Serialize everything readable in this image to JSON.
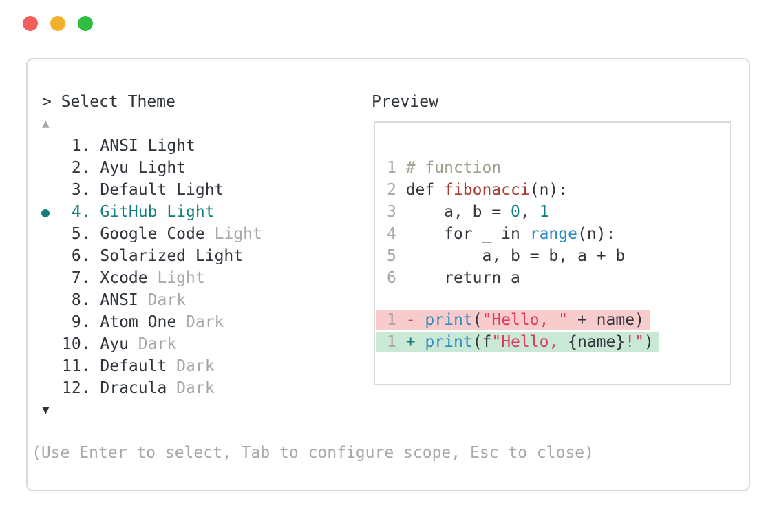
{
  "window_controls": {
    "close_color": "#F15F5B",
    "minimize_color": "#F1B12E",
    "zoom_color": "#2FBD41"
  },
  "colors": {
    "ink": "#2F353B",
    "dim": "#A8A8A8",
    "teal": "#157E7C",
    "comment": "#9AA18C",
    "func": "#A93B33",
    "numlit": "#0E7D84",
    "builtin": "#2E8BC0",
    "str": "#DD3B5E",
    "removed-bg": "#F8CBCD",
    "added-bg": "#C9E8D5",
    "border": "#DADADA"
  },
  "theme_picker": {
    "prompt": "> Select Theme",
    "scroll_up": "▲",
    "scroll_down": "▼",
    "selected_bullet": "●",
    "items": [
      {
        "number": 1,
        "name": "ANSI",
        "suffix": "Light",
        "suffix_dimmed": false,
        "selected": false
      },
      {
        "number": 2,
        "name": "Ayu",
        "suffix": "Light",
        "suffix_dimmed": false,
        "selected": false
      },
      {
        "number": 3,
        "name": "Default",
        "suffix": "Light",
        "suffix_dimmed": false,
        "selected": false
      },
      {
        "number": 4,
        "name": "GitHub",
        "suffix": "Light",
        "suffix_dimmed": false,
        "selected": true
      },
      {
        "number": 5,
        "name": "Google Code",
        "suffix": "Light",
        "suffix_dimmed": true,
        "selected": false
      },
      {
        "number": 6,
        "name": "Solarized",
        "suffix": "Light",
        "suffix_dimmed": false,
        "selected": false
      },
      {
        "number": 7,
        "name": "Xcode",
        "suffix": "Light",
        "suffix_dimmed": true,
        "selected": false
      },
      {
        "number": 8,
        "name": "ANSI",
        "suffix": "Dark",
        "suffix_dimmed": true,
        "selected": false
      },
      {
        "number": 9,
        "name": "Atom One",
        "suffix": "Dark",
        "suffix_dimmed": true,
        "selected": false
      },
      {
        "number": 10,
        "name": "Ayu",
        "suffix": "Dark",
        "suffix_dimmed": true,
        "selected": false
      },
      {
        "number": 11,
        "name": "Default",
        "suffix": "Dark",
        "suffix_dimmed": true,
        "selected": false
      },
      {
        "number": 12,
        "name": "Dracula",
        "suffix": "Dark",
        "suffix_dimmed": true,
        "selected": false
      }
    ],
    "footer": "(Use Enter to select, Tab to configure scope, Esc to close)"
  },
  "preview": {
    "title": "Preview",
    "code_lines": [
      {
        "line_no": "1",
        "tokens": [
          {
            "t": "# function",
            "s": "comment"
          }
        ]
      },
      {
        "line_no": "2",
        "tokens": [
          {
            "t": "def ",
            "s": "plain"
          },
          {
            "t": "fibonacci",
            "s": "func"
          },
          {
            "t": "(n):",
            "s": "plain"
          }
        ]
      },
      {
        "line_no": "3",
        "tokens": [
          {
            "t": "    a, b = ",
            "s": "plain"
          },
          {
            "t": "0",
            "s": "num"
          },
          {
            "t": ", ",
            "s": "plain"
          },
          {
            "t": "1",
            "s": "num"
          }
        ]
      },
      {
        "line_no": "4",
        "tokens": [
          {
            "t": "    for _ in ",
            "s": "plain"
          },
          {
            "t": "range",
            "s": "builtin"
          },
          {
            "t": "(n):",
            "s": "plain"
          }
        ]
      },
      {
        "line_no": "5",
        "tokens": [
          {
            "t": "        a, b = b, a + b",
            "s": "plain"
          }
        ]
      },
      {
        "line_no": "6",
        "tokens": [
          {
            "t": "    return a",
            "s": "plain"
          }
        ]
      }
    ],
    "diff_lines": [
      {
        "line_no": "1",
        "kind": "removed",
        "tokens": [
          {
            "t": "- ",
            "s": "str"
          },
          {
            "t": "print",
            "s": "builtin"
          },
          {
            "t": "(",
            "s": "plain"
          },
          {
            "t": "\"Hello, \"",
            "s": "str"
          },
          {
            "t": " + name)",
            "s": "plain"
          }
        ]
      },
      {
        "line_no": "1",
        "kind": "added",
        "tokens": [
          {
            "t": "+ ",
            "s": "add"
          },
          {
            "t": "print",
            "s": "builtin"
          },
          {
            "t": "(f",
            "s": "plain"
          },
          {
            "t": "\"Hello, ",
            "s": "str"
          },
          {
            "t": "{name}",
            "s": "plain"
          },
          {
            "t": "!\"",
            "s": "str"
          },
          {
            "t": ")",
            "s": "plain"
          }
        ]
      }
    ]
  }
}
